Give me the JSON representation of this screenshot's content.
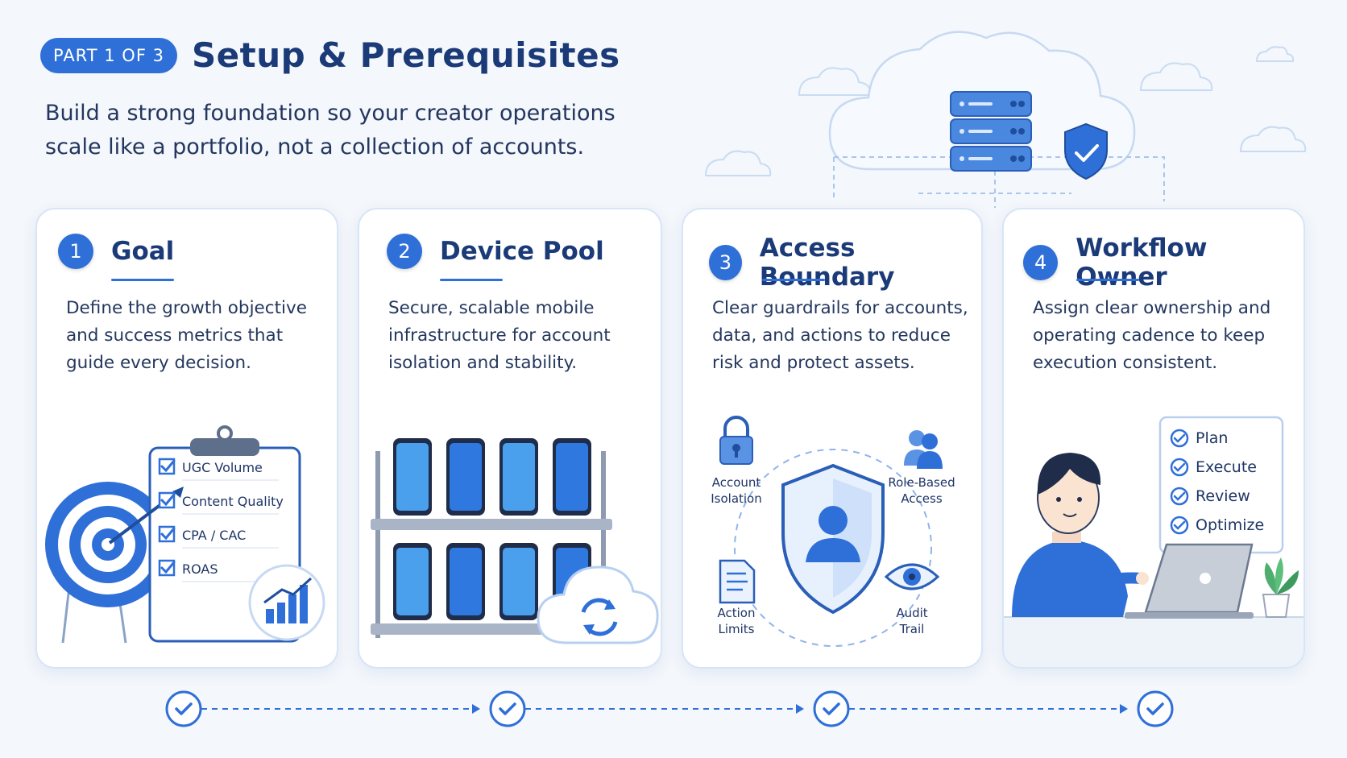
{
  "header": {
    "part_badge": "PART 1 OF 3",
    "title": "Setup & Prerequisites",
    "subtitle": "Build a strong foundation so your creator operations scale like a portfolio, not a collection of accounts."
  },
  "cards": [
    {
      "number": "1",
      "title": "Goal",
      "description": "Define the growth objective and success metrics that guide every decision.",
      "checklist": [
        "UGC Volume",
        "Content Quality",
        "CPA / CAC",
        "ROAS"
      ]
    },
    {
      "number": "2",
      "title": "Device Pool",
      "description": "Secure, scalable mobile infrastructure for account isolation and stability."
    },
    {
      "number": "3",
      "title": "Access Boundary",
      "description": "Clear guardrails for accounts, data, and actions to reduce risk and protect assets.",
      "labels": {
        "account_isolation_1": "Account",
        "account_isolation_2": "Isolation",
        "role_based_1": "Role-Based",
        "role_based_2": "Access",
        "action_limits_1": "Action",
        "action_limits_2": "Limits",
        "audit_trail_1": "Audit",
        "audit_trail_2": "Trail"
      }
    },
    {
      "number": "4",
      "title": "Workflow Owner",
      "description": "Assign clear ownership and operating cadence to keep execution consistent.",
      "steps": [
        "Plan",
        "Execute",
        "Review",
        "Optimize"
      ]
    }
  ],
  "colors": {
    "accent": "#2f6fd8",
    "accent_light": "#7fb0ee",
    "title": "#1b3a78"
  }
}
